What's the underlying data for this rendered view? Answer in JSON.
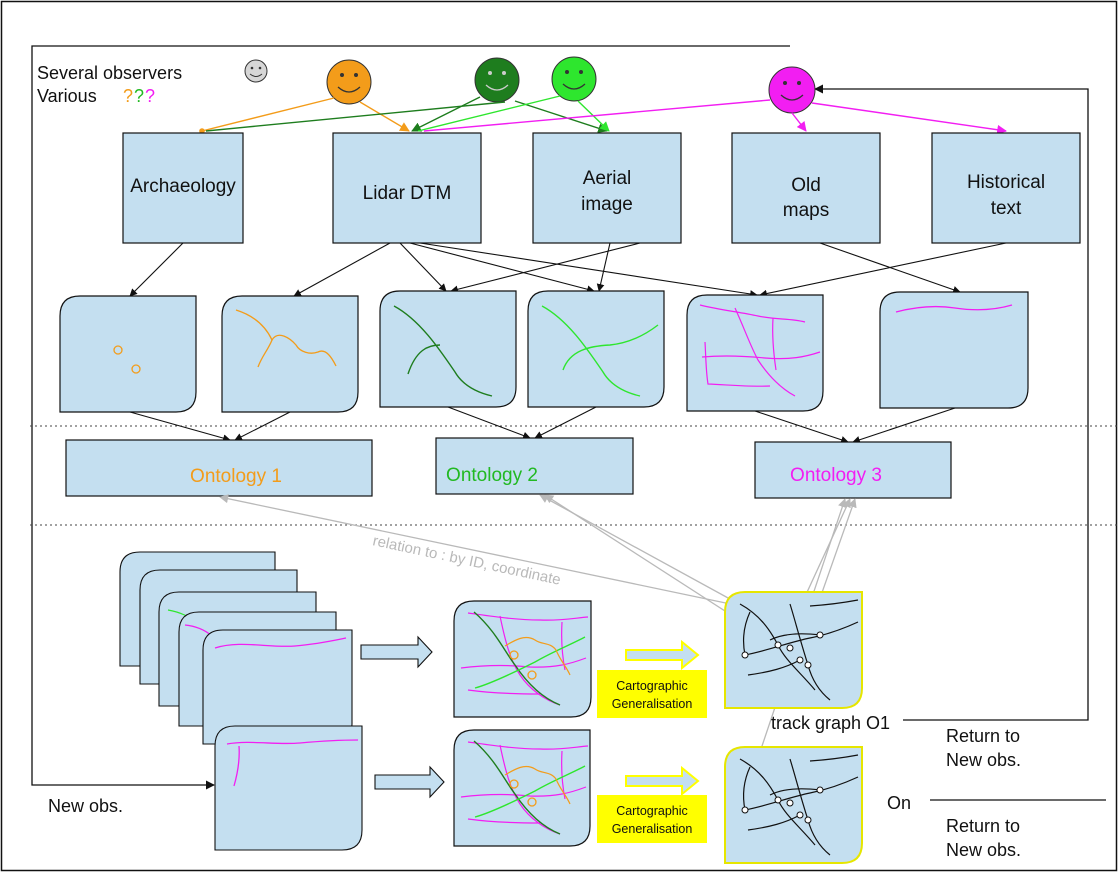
{
  "header": {
    "line1": "Several observers",
    "line2": "Various",
    "qmarks": [
      "?",
      "?",
      "?"
    ]
  },
  "observers": [
    {
      "name": "neutral observer",
      "color": "#cccccc"
    },
    {
      "name": "orange observer",
      "color": "#f39c1a"
    },
    {
      "name": "dark green observer",
      "color": "#1e7d1e"
    },
    {
      "name": "light green observer",
      "color": "#2ee62e"
    },
    {
      "name": "magenta observer",
      "color": "#f21ef2"
    }
  ],
  "sources": [
    {
      "id": "archaeology",
      "lines": [
        "Archaeology"
      ]
    },
    {
      "id": "lidar",
      "lines": [
        "Lidar DTM"
      ]
    },
    {
      "id": "aerial",
      "lines": [
        "Aerial",
        "image"
      ]
    },
    {
      "id": "oldmaps",
      "lines": [
        "Old",
        "maps"
      ]
    },
    {
      "id": "historical",
      "lines": [
        "Historical",
        "text"
      ]
    }
  ],
  "ontologies": [
    {
      "label": "Ontology 1",
      "color": "#f39c1a"
    },
    {
      "label": "Ontology 2",
      "color": "#22b922"
    },
    {
      "label": "Ontology 3",
      "color": "#f21ef2"
    }
  ],
  "relation_label": "relation to : by ID, coordinate",
  "generalisation": {
    "line1": "Cartographic",
    "line2": "Generalisation"
  },
  "track_graph_label": "track graph O1",
  "on_label": "On",
  "new_obs_label": "New obs.",
  "return_label": {
    "line1": "Return to",
    "line2": "New obs."
  },
  "colors": {
    "box_fill": "#c4dff0",
    "orange": "#f39c1a",
    "dark_green": "#1e7d1e",
    "light_green": "#2ee62e",
    "magenta": "#f21ef2",
    "highlight_yellow": "#ffff00",
    "relation_gray": "#b9b9b9"
  }
}
